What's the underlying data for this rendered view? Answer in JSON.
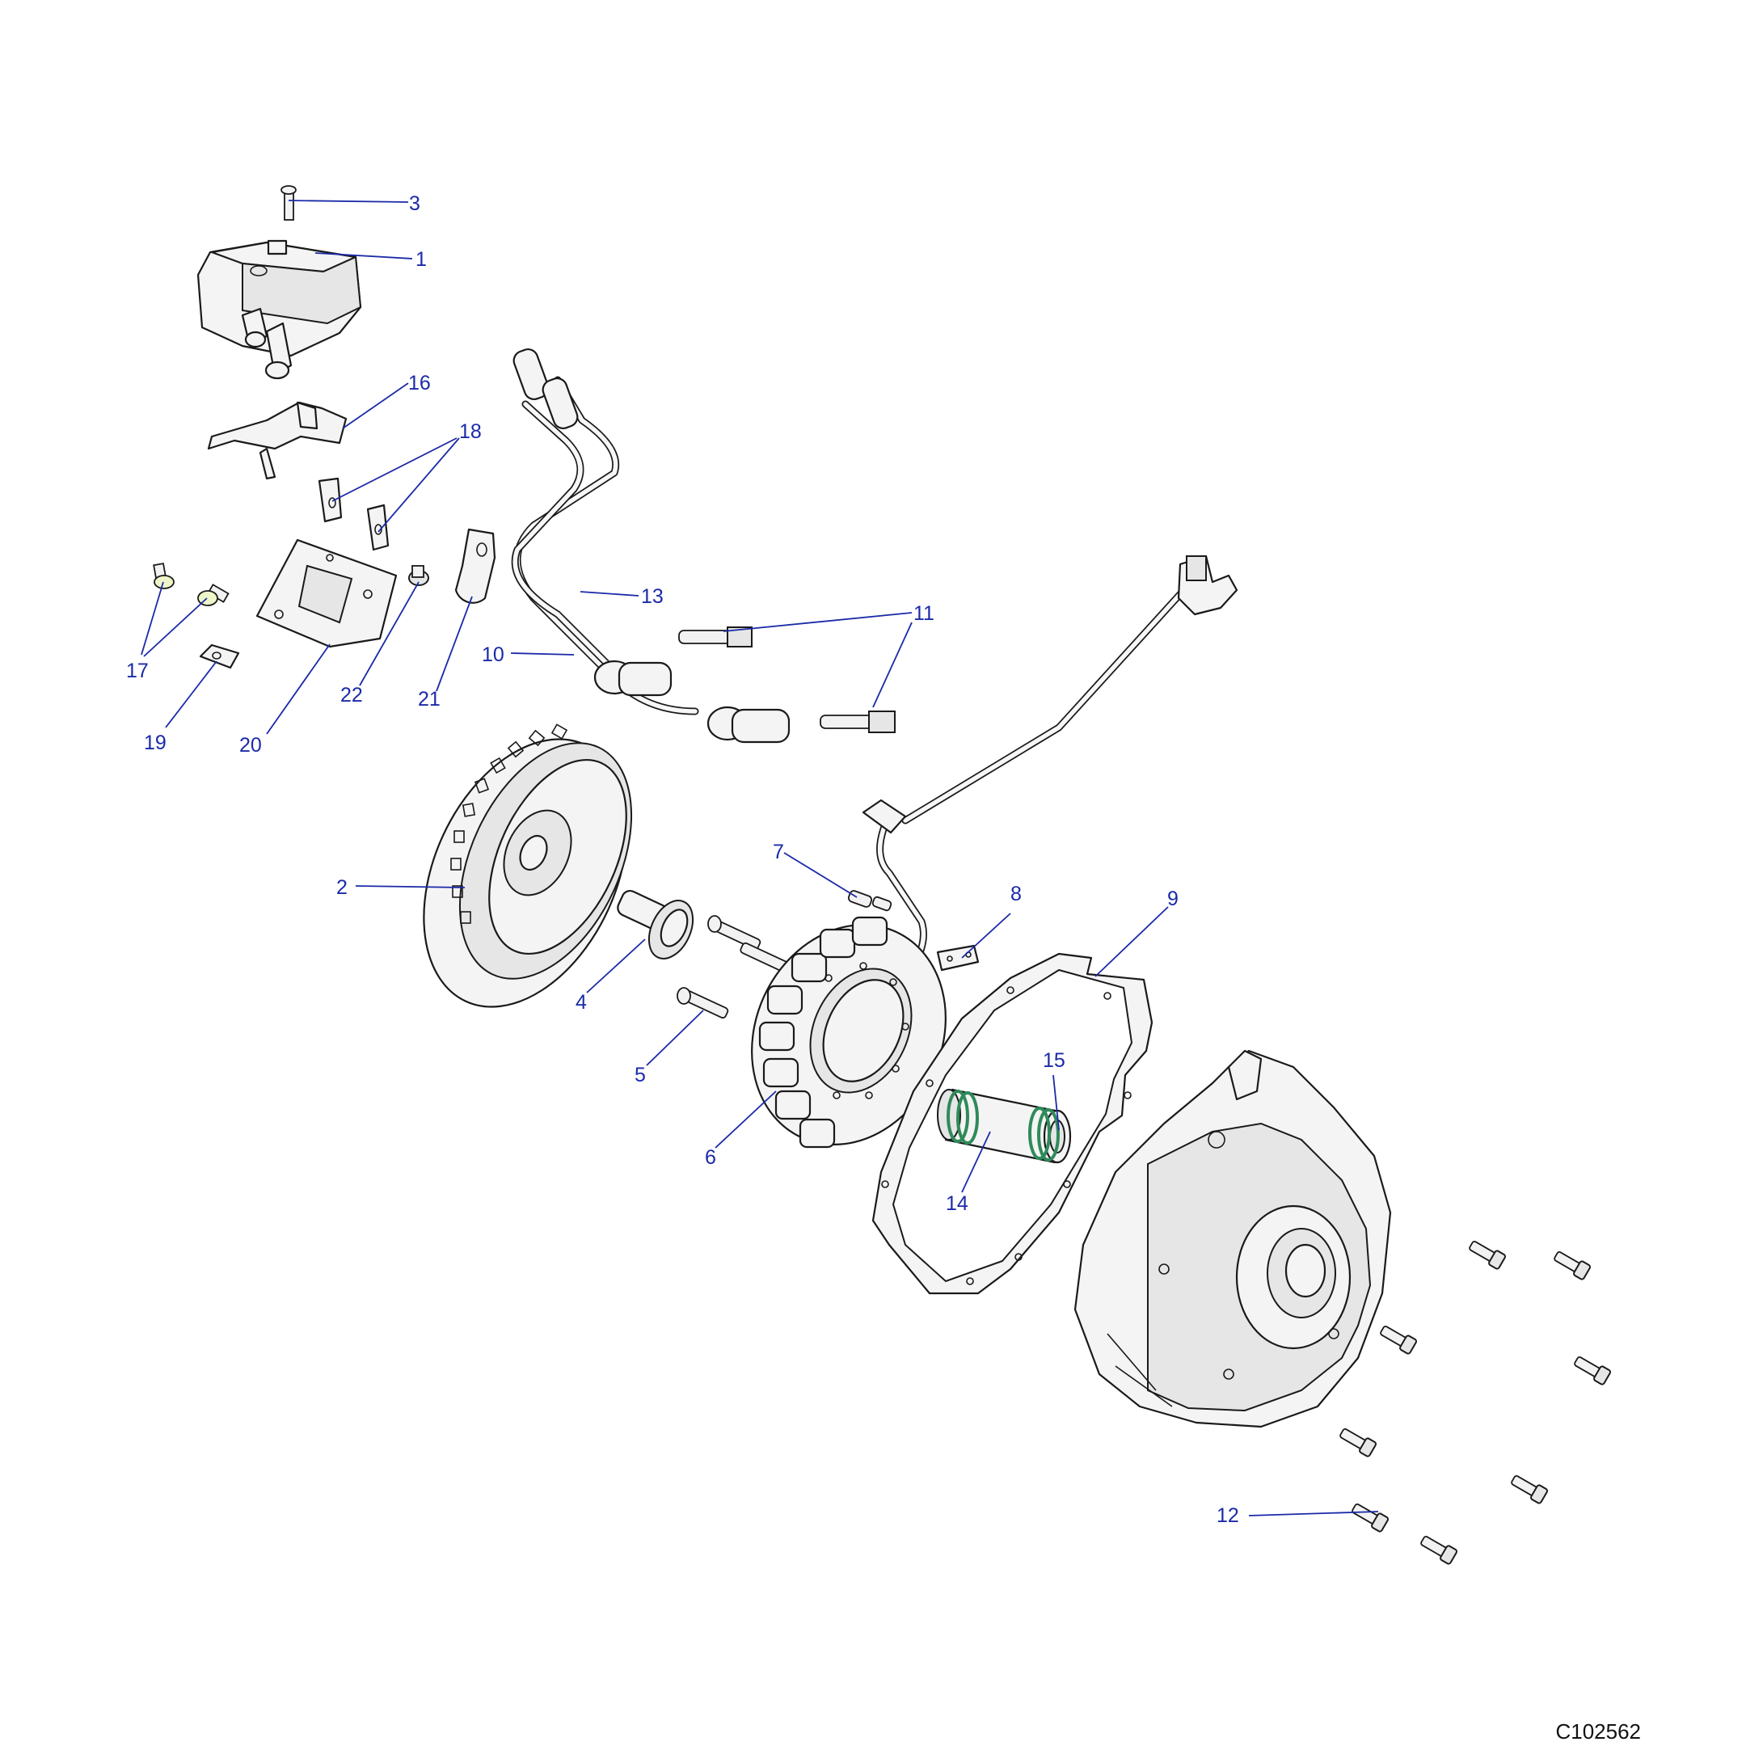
{
  "drawing_code": "C102562",
  "callouts": [
    {
      "id": "3",
      "label": "3"
    },
    {
      "id": "1",
      "label": "1"
    },
    {
      "id": "16",
      "label": "16"
    },
    {
      "id": "18",
      "label": "18"
    },
    {
      "id": "13",
      "label": "13"
    },
    {
      "id": "11",
      "label": "11"
    },
    {
      "id": "10",
      "label": "10"
    },
    {
      "id": "17",
      "label": "17"
    },
    {
      "id": "22",
      "label": "22"
    },
    {
      "id": "21",
      "label": "21"
    },
    {
      "id": "19",
      "label": "19"
    },
    {
      "id": "20",
      "label": "20"
    },
    {
      "id": "2",
      "label": "2"
    },
    {
      "id": "7",
      "label": "7"
    },
    {
      "id": "8",
      "label": "8"
    },
    {
      "id": "9",
      "label": "9"
    },
    {
      "id": "4",
      "label": "4"
    },
    {
      "id": "5",
      "label": "5"
    },
    {
      "id": "15",
      "label": "15"
    },
    {
      "id": "6",
      "label": "6"
    },
    {
      "id": "14",
      "label": "14"
    },
    {
      "id": "12",
      "label": "12"
    }
  ],
  "colors": {
    "callout_blue": "#1b2aa8",
    "line_black": "#1a1a1a",
    "oring_green": "#2f8a5a",
    "washer_yellow_green": "#eef5c8"
  }
}
